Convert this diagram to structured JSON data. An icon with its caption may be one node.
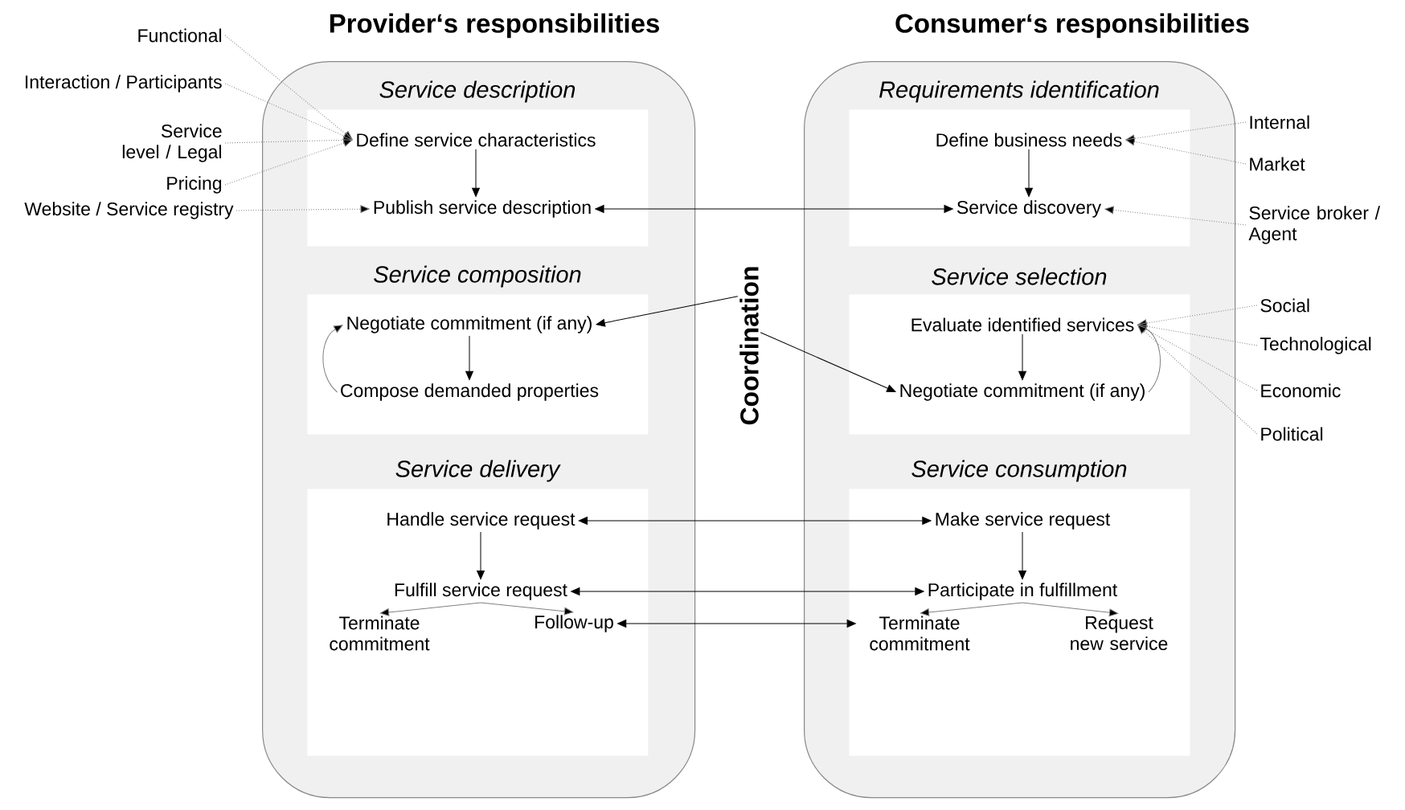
{
  "diagram": {
    "nodes": [
      {
        "text": [
          "Provider‘s responsibilities"
        ]
      },
      {
        "text": [
          "Consumer‘s responsibilities"
        ]
      },
      {
        "text": [
          "Service description"
        ],
        "in": 0
      },
      {
        "text": [
          "Define service characteristics"
        ],
        "in": 2
      },
      {
        "text": [
          "Publish service description"
        ],
        "in": 2
      },
      {
        "text": [
          "Service composition"
        ],
        "in": 0
      },
      {
        "text": [
          "Negotiate commitment (if any)"
        ],
        "in": 5
      },
      {
        "text": [
          "Compose demanded properties"
        ],
        "in": 5
      },
      {
        "text": [
          "Service delivery"
        ],
        "in": 0
      },
      {
        "text": [
          "Handle service request"
        ],
        "in": 8
      },
      {
        "text": [
          "Fulfill service request"
        ],
        "in": 8
      },
      {
        "text": [
          "Terminate commitment"
        ],
        "in": 8
      },
      {
        "text": [
          "Follow-up"
        ],
        "in": 8
      },
      {
        "text": [
          "Requirements identification"
        ],
        "in": 1
      },
      {
        "text": [
          "Define business needs"
        ],
        "in": 13
      },
      {
        "text": [
          "Service discovery"
        ],
        "in": 13
      },
      {
        "text": [
          "Service selection"
        ],
        "in": 1
      },
      {
        "text": [
          "Evaluate identified services"
        ],
        "in": 16
      },
      {
        "text": [
          "Negotiate commitment (if any)"
        ],
        "in": 16
      },
      {
        "text": [
          "Service consumption"
        ],
        "in": 1
      },
      {
        "text": [
          "Make service request"
        ],
        "in": 19
      },
      {
        "text": [
          "Participate in fulfillment"
        ],
        "in": 19
      },
      {
        "text": [
          "Terminate commitment"
        ],
        "in": 19
      },
      {
        "text": [
          "Request new service"
        ],
        "in": 19
      },
      {
        "text": [
          "Coordination"
        ]
      },
      {
        "text": [
          "Functional"
        ]
      },
      {
        "text": [
          "Interaction / Participants"
        ]
      },
      {
        "text": [
          "Service level / Legal"
        ]
      },
      {
        "text": [
          "Pricing"
        ]
      },
      {
        "text": [
          "Website / Service registry"
        ]
      },
      {
        "text": [
          "Internal"
        ]
      },
      {
        "text": [
          "Market"
        ]
      },
      {
        "text": [
          "Service broker / Agent"
        ]
      },
      {
        "text": [
          "Social"
        ]
      },
      {
        "text": [
          "Technological"
        ]
      },
      {
        "text": [
          "Economic"
        ]
      },
      {
        "text": [
          "Political"
        ]
      }
    ],
    "edges": [
      {
        "from": 3,
        "to": 4,
        "arrow": "to",
        "color": "#000000"
      },
      {
        "from": 6,
        "to": 7,
        "arrow": "to",
        "color": "#000000"
      },
      {
        "from": 7,
        "to": 6,
        "arrow": "to",
        "color": "#808080"
      },
      {
        "from": 9,
        "to": 10,
        "arrow": "to",
        "color": "#000000"
      },
      {
        "from": 10,
        "to": 11,
        "arrow": "to",
        "color": "#808080"
      },
      {
        "from": 10,
        "to": 12,
        "arrow": "to",
        "color": "#808080"
      },
      {
        "from": 14,
        "to": 15,
        "arrow": "to",
        "color": "#000000"
      },
      {
        "from": 17,
        "to": 18,
        "arrow": "to",
        "color": "#000000"
      },
      {
        "from": 18,
        "to": 17,
        "arrow": "to",
        "color": "#808080"
      },
      {
        "from": 20,
        "to": 21,
        "arrow": "to",
        "color": "#000000"
      },
      {
        "from": 21,
        "to": 22,
        "arrow": "to",
        "color": "#808080"
      },
      {
        "from": 21,
        "to": 23,
        "arrow": "to",
        "color": "#808080"
      },
      {
        "from": 4,
        "to": 15,
        "arrow": "both",
        "color": "#000000"
      },
      {
        "from": 9,
        "to": 20,
        "arrow": "both",
        "color": "#000000"
      },
      {
        "from": 10,
        "to": 21,
        "arrow": "both",
        "color": "#000000"
      },
      {
        "from": 12,
        "to": 22,
        "arrow": "both",
        "color": "#000000"
      },
      {
        "from": 24,
        "to": 6,
        "arrow": "to",
        "color": "#000000"
      },
      {
        "from": 24,
        "to": 18,
        "arrow": "to",
        "color": "#000000"
      },
      {
        "from": 25,
        "to": 3,
        "arrow": "to",
        "style": "dashed",
        "color": "#808080"
      },
      {
        "from": 26,
        "to": 3,
        "arrow": "to",
        "style": "dashed",
        "color": "#808080"
      },
      {
        "from": 27,
        "to": 3,
        "arrow": "to",
        "style": "dashed",
        "color": "#808080"
      },
      {
        "from": 28,
        "to": 3,
        "arrow": "to",
        "style": "dashed",
        "color": "#808080"
      },
      {
        "from": 29,
        "to": 4,
        "arrow": "to",
        "style": "dashed",
        "color": "#808080"
      },
      {
        "from": 30,
        "to": 14,
        "arrow": "to",
        "style": "dashed",
        "color": "#808080"
      },
      {
        "from": 31,
        "to": 14,
        "arrow": "to",
        "style": "dashed",
        "color": "#808080"
      },
      {
        "from": 32,
        "to": 15,
        "arrow": "to",
        "style": "dashed",
        "color": "#808080"
      },
      {
        "from": 33,
        "to": 17,
        "arrow": "to",
        "style": "dashed",
        "color": "#808080"
      },
      {
        "from": 34,
        "to": 17,
        "arrow": "to",
        "style": "dashed",
        "color": "#808080"
      },
      {
        "from": 35,
        "to": 17,
        "arrow": "to",
        "style": "dashed",
        "color": "#808080"
      },
      {
        "from": 36,
        "to": 17,
        "arrow": "to",
        "style": "dashed",
        "color": "#808080"
      }
    ]
  }
}
